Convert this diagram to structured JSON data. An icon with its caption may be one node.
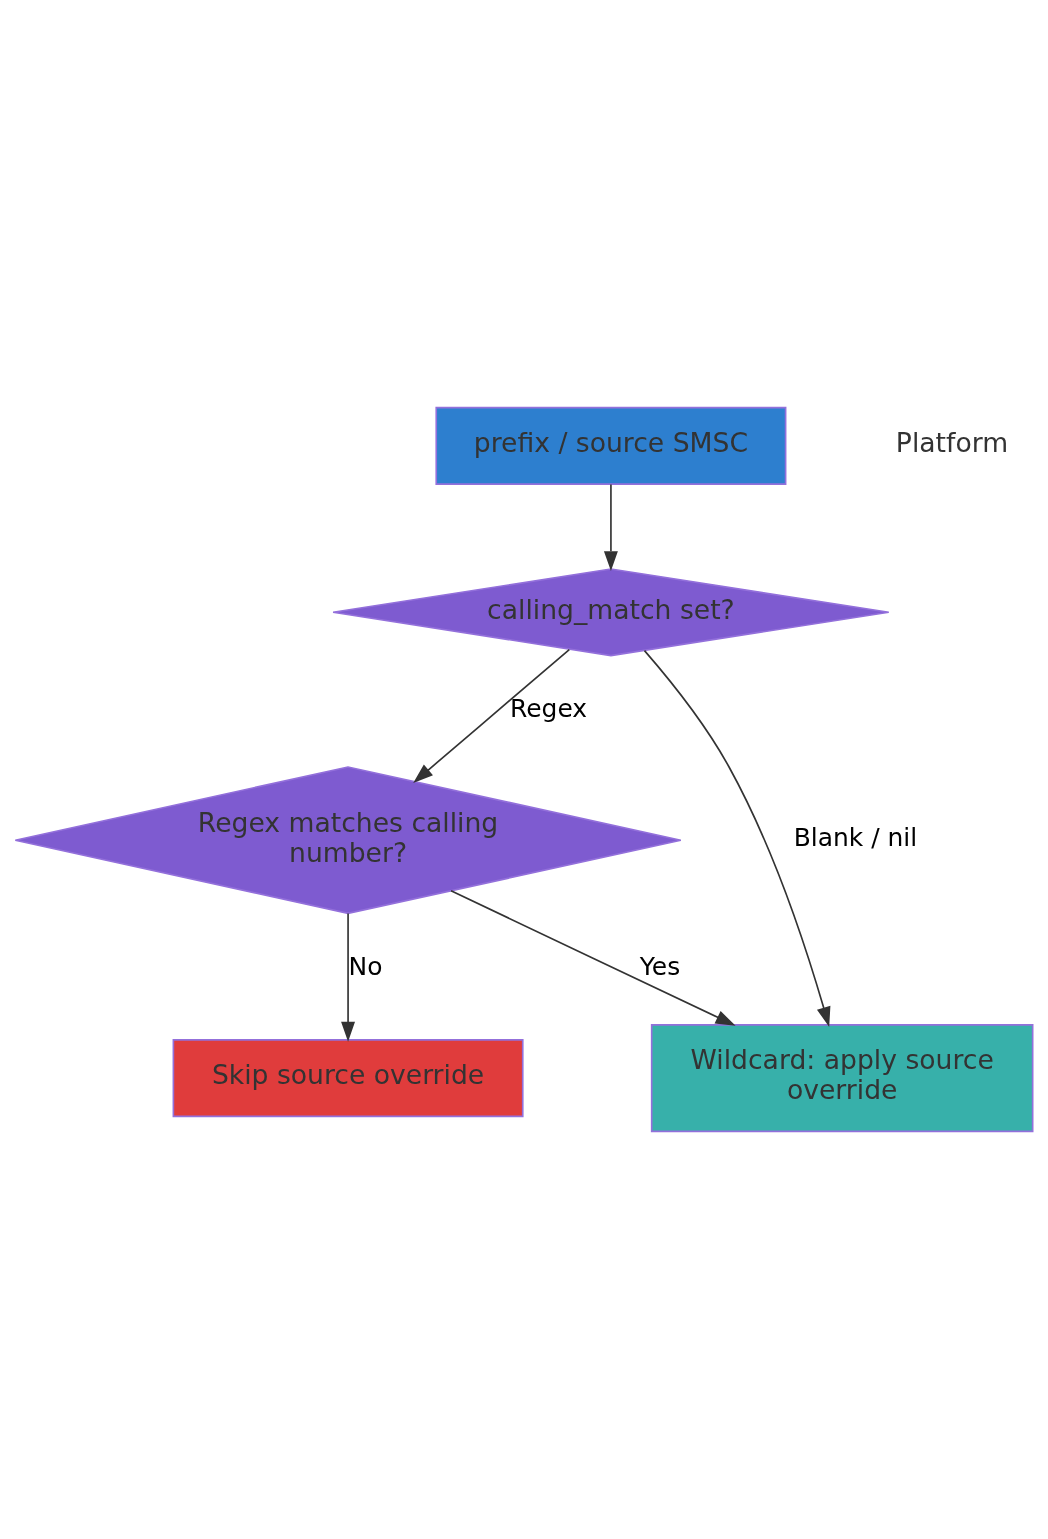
{
  "diagram": {
    "nodes": [
      {
        "text": [
          "prefix / source SMSC"
        ]
      },
      {
        "text": [
          "calling_match set?"
        ]
      },
      {
        "text": [
          "Regex matches calling number?"
        ]
      },
      {
        "text": [
          "Wildcard: apply source override"
        ]
      },
      {
        "text": [
          "Skip source override"
        ]
      }
    ],
    "edges": [
      {
        "from": 0,
        "to": 1,
        "arrow": "to"
      },
      {
        "from": 1,
        "to": 3,
        "arrow": "to",
        "label": "Blank / nil"
      },
      {
        "from": 1,
        "to": 2,
        "arrow": "to",
        "label": "Regex"
      },
      {
        "from": 2,
        "to": 3,
        "arrow": "to",
        "label": "Yes"
      },
      {
        "from": 2,
        "to": 4,
        "arrow": "to",
        "label": "No"
      }
    ],
    "labels": [
      "Platform"
    ]
  }
}
